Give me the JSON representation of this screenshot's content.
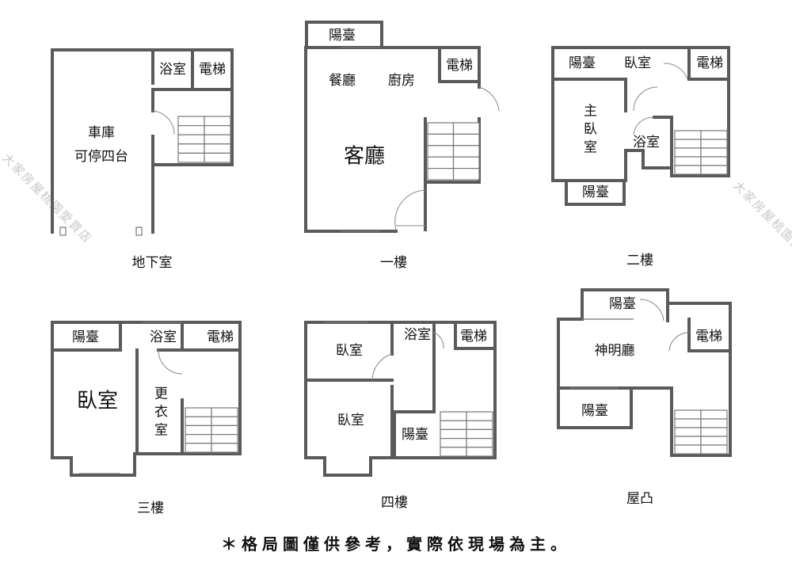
{
  "watermark": "大家房屋桃園愛買店",
  "floors": {
    "basement": {
      "title": "地下室",
      "garage": "車庫",
      "garage_note": "可停四台",
      "bath": "浴室",
      "elevator": "電梯"
    },
    "f1": {
      "title": "一樓",
      "balcony": "陽臺",
      "dining": "餐廳",
      "kitchen": "廚房",
      "living": "客廳",
      "elevator": "電梯"
    },
    "f2": {
      "title": "二樓",
      "balcony_top": "陽臺",
      "bedroom": "臥室",
      "elevator": "電梯",
      "master": "主臥室",
      "bath": "浴室",
      "balcony_bottom": "陽臺"
    },
    "f3": {
      "title": "三樓",
      "balcony": "陽臺",
      "bath": "浴室",
      "elevator": "電梯",
      "bedroom": "臥室",
      "closet": "更衣室"
    },
    "f4": {
      "title": "四樓",
      "bedroom1": "臥室",
      "bath": "浴室",
      "elevator": "電梯",
      "bedroom2": "臥室",
      "balcony": "陽臺"
    },
    "roof": {
      "title": "屋凸",
      "balcony_top": "陽臺",
      "elevator": "電梯",
      "shrine": "神明廳",
      "balcony_bottom": "陽臺"
    }
  },
  "footnote": "＊格局圖僅供參考，實際依現場為主。"
}
